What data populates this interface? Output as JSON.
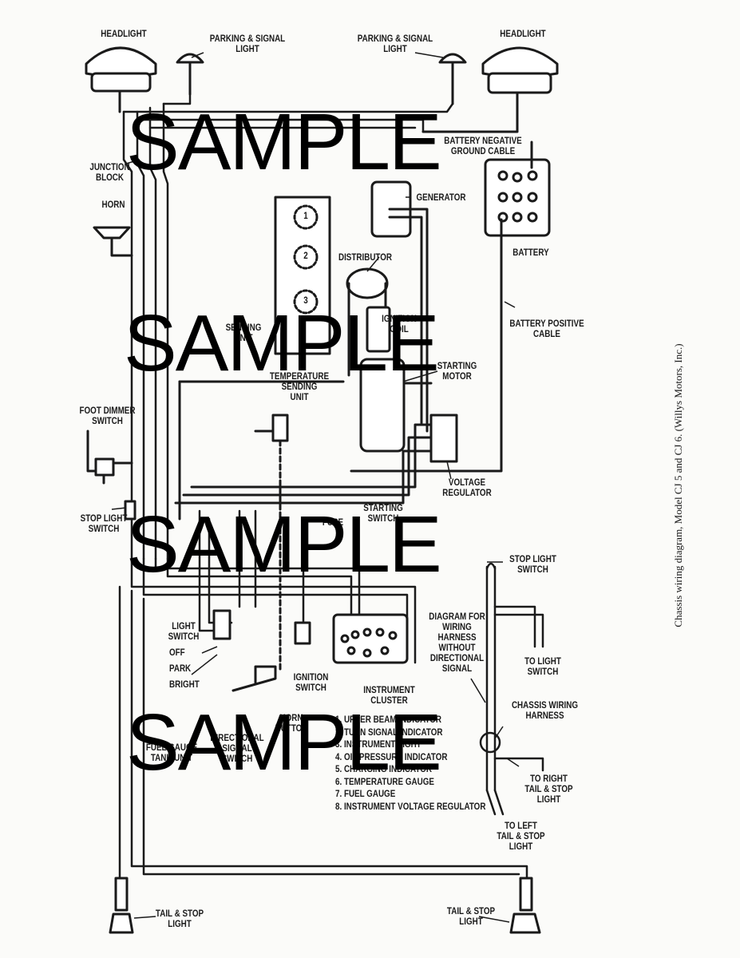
{
  "diagram": {
    "caption": "Chassis wiring diagram, Model CJ 5 and CJ 6. (Willys Motors, Inc.)",
    "watermark": "SAMPLE",
    "labels": {
      "headlight_left": "HEADLIGHT",
      "parking_signal_left": "PARKING & SIGNAL\nLIGHT",
      "parking_signal_right": "PARKING & SIGNAL\nLIGHT",
      "headlight_right": "HEADLIGHT",
      "battery_negative": "BATTERY NEGATIVE\nGROUND CABLE",
      "junction_block": "JUNCTION\nBLOCK",
      "horn": "HORN",
      "generator": "GENERATOR",
      "battery": "BATTERY",
      "distributor": "DISTRIBUTOR",
      "ignition_coil": "IGNITION\nCOIL",
      "sending_unit": "SENDING\nUNIT",
      "battery_positive": "BATTERY POSITIVE\nCABLE",
      "temperature_sending": "TEMPERATURE\nSENDING\nUNIT",
      "starting_motor": "STARTING\nMOTOR",
      "foot_dimmer": "FOOT DIMMER\nSWITCH",
      "voltage_regulator": "VOLTAGE\nREGULATOR",
      "stop_light_switch_left": "STOP LIGHT\nSWITCH",
      "starting_switch": "STARTING\nSWITCH",
      "fuse": "FUSE",
      "stop_light_switch_right": "STOP LIGHT\nSWITCH",
      "light_switch": "LIGHT\nSWITCH",
      "off": "OFF",
      "park": "PARK",
      "bright": "BRIGHT",
      "diagram_harness": "DIAGRAM FOR\nWIRING\nHARNESS\nWITHOUT\nDIRECTIONAL\nSIGNAL",
      "to_light_switch": "TO LIGHT\nSWITCH",
      "ignition_switch": "IGNITION\nSWITCH",
      "instrument_cluster": "INSTRUMENT\nCLUSTER",
      "chassis_harness": "CHASSIS WIRING\nHARNESS",
      "horn_button": "HORN\nBUTTON",
      "fuel_gauge_tank": "FUEL GAUGE\nTANK UNIT",
      "directional_signal": "DIRECTIONAL\nSIGNAL\nSWITCH",
      "to_right_tail": "TO RIGHT\nTAIL & STOP\nLIGHT",
      "to_left_tail": "TO LEFT\nTAIL & STOP\nLIGHT",
      "tail_stop_left": "TAIL & STOP\nLIGHT",
      "tail_stop_right": "TAIL & STOP\nLIGHT",
      "dist_num_1": "1",
      "dist_num_2": "2",
      "dist_num_3": "3"
    },
    "legend": [
      "1. UPPER BEAM INDICATOR",
      "2. TURN SIGNAL INDICATOR",
      "3. INSTRUMENT LIGHT",
      "4. OIL PRESSURE INDICATOR",
      "5. CHARGING INDICATOR",
      "6. TEMPERATURE GAUGE",
      "7. FUEL GAUGE",
      "8. INSTRUMENT VOLTAGE REGULATOR"
    ],
    "colors": {
      "ink": "#1a1a1a",
      "paper": "#fbfbf9"
    }
  }
}
